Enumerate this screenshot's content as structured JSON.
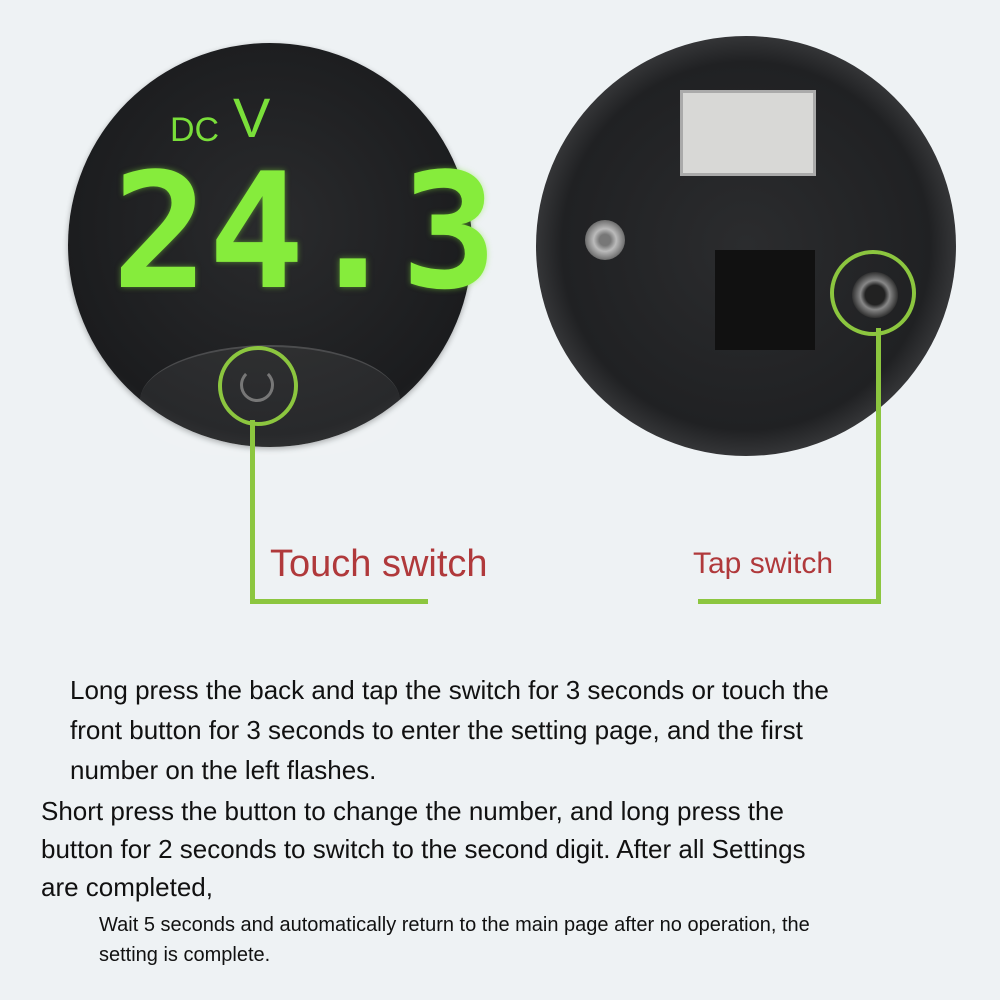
{
  "front_display": {
    "unit_prefix": "DC",
    "unit": "V",
    "reading": "24.3",
    "digit_color": "#86ec3c"
  },
  "callouts": {
    "front_label": "Touch switch",
    "back_label": "Tap switch",
    "line_color": "#8cc63f",
    "label_color": "#b0393b"
  },
  "instructions": {
    "paragraph1": [
      "Long press the back and tap the switch for 3 seconds or touch the",
      "front button for 3 seconds to enter the setting page, and the first",
      "number on the left flashes."
    ],
    "paragraph2": [
      "Short press the button to change the number, and long press the",
      "button for 2 seconds to switch to the second digit. After all Settings",
      "are completed,"
    ],
    "paragraph3": [
      "Wait 5 seconds and automatically return to the main page after no operation, the",
      "setting is complete."
    ]
  }
}
